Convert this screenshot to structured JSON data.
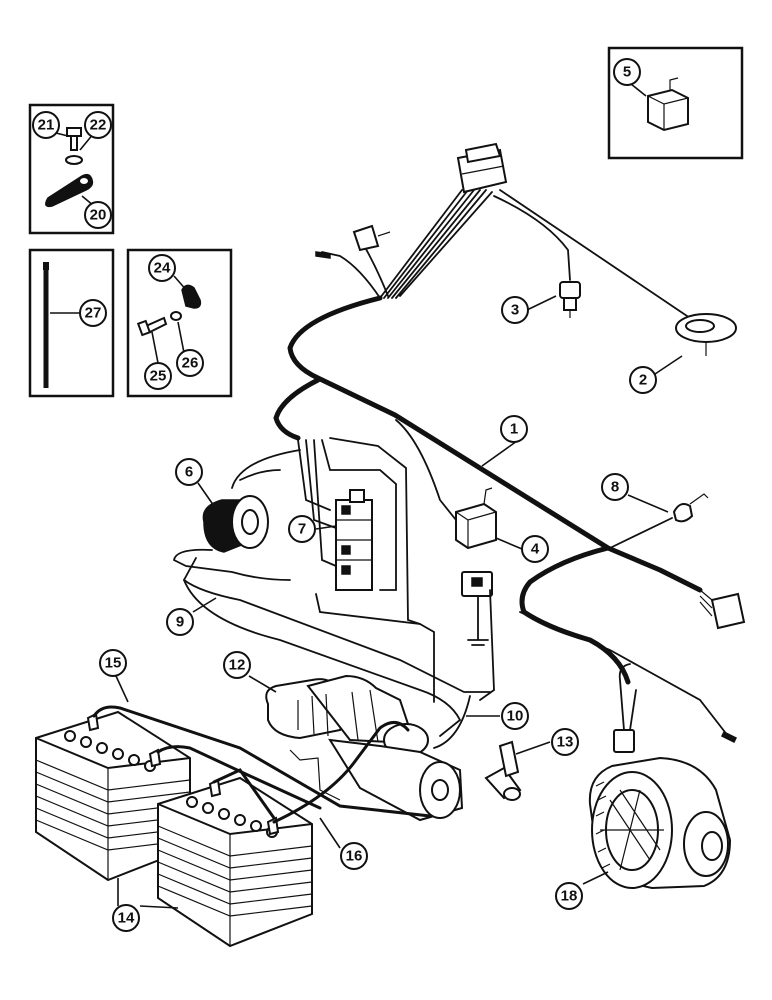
{
  "callouts": {
    "c1": "1",
    "c2": "2",
    "c3": "3",
    "c4": "4",
    "c5": "5",
    "c6": "6",
    "c7": "7",
    "c8": "8",
    "c9": "9",
    "c10": "10",
    "c12": "12",
    "c13": "13",
    "c14": "14",
    "c15": "15",
    "c16": "16",
    "c18": "18",
    "c20": "20",
    "c21": "21",
    "c22": "22",
    "c24": "24",
    "c25": "25",
    "c26": "26",
    "c27": "27"
  }
}
